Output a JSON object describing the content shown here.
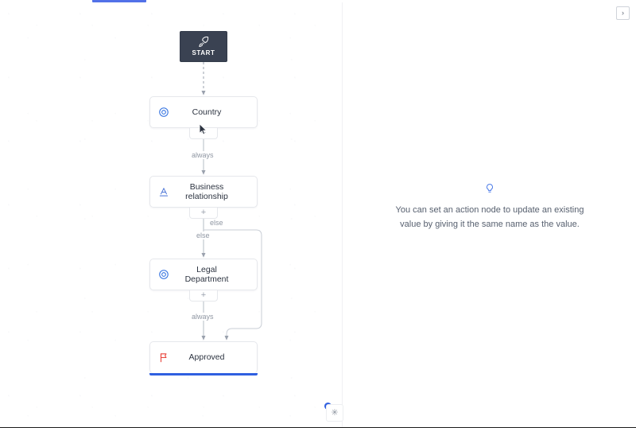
{
  "tabbar": {
    "active_tab_indicator": "workflow-tab"
  },
  "canvas": {
    "nodes": [
      {
        "id": "start",
        "label": "START",
        "icon": "rocket-icon",
        "type": "start"
      },
      {
        "id": "country",
        "label": "Country",
        "icon": "target-icon",
        "type": "condition"
      },
      {
        "id": "business",
        "label": "Business relationship",
        "icon": "text-field-icon",
        "type": "action"
      },
      {
        "id": "legal",
        "label": "Legal Department",
        "icon": "target-icon",
        "type": "condition"
      },
      {
        "id": "approved",
        "label": "Approved",
        "icon": "red-flag-icon",
        "type": "end",
        "selected": true
      }
    ],
    "edge_labels": [
      {
        "id": "e1",
        "text": "always"
      },
      {
        "id": "e2",
        "text": "else"
      },
      {
        "id": "e3",
        "text": "else"
      },
      {
        "id": "e4",
        "text": "always"
      }
    ],
    "add_handle_label": "+"
  },
  "right_panel": {
    "tip_icon": "lightbulb-icon",
    "tip_line1": "You can set an action node to update an existing",
    "tip_line2": "value by giving it the same name as the value."
  },
  "controls": {
    "collapse_label": "›",
    "fit_view_label": "✳",
    "notification_dot": ""
  },
  "colors": {
    "accent": "#2f5fe0",
    "tab_indicator": "#5271e8",
    "start_node_bg": "#3a4252",
    "flag_red": "#e8453c",
    "node_border": "#e6e8ec",
    "muted_text": "#9097a3"
  }
}
